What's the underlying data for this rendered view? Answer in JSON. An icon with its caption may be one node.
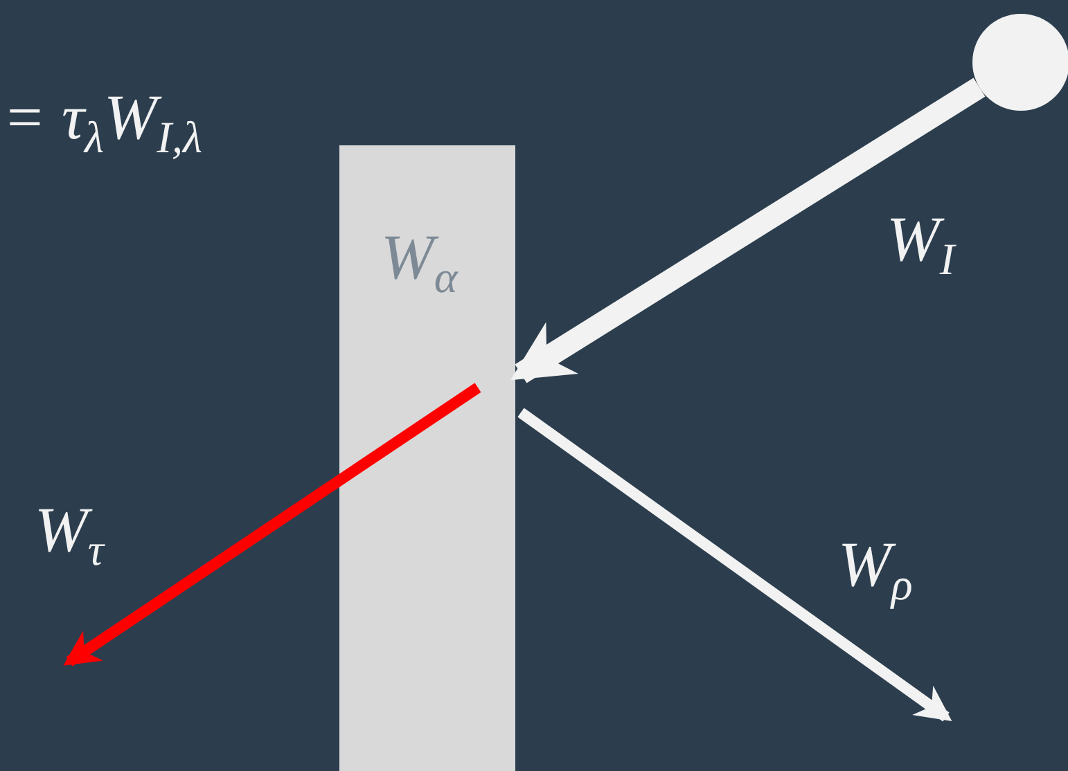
{
  "diagram": {
    "nodes": [
      {
        "text": [],
        "shape": "circle"
      },
      {
        "text": [
          "W$_{α}$"
        ]
      }
    ],
    "edges": [
      {
        "from": 0,
        "to": 1,
        "arrow": "to",
        "label": "W$_{I}$",
        "style": "thick"
      },
      {
        "from": 1,
        "to": null,
        "arrow": "to",
        "label": "W$_{ρ}$"
      },
      {
        "from": 1,
        "to": null,
        "arrow": "to",
        "label": "W$_{τ}$",
        "color": "#ff0000"
      }
    ],
    "labels": [
      "= τ$_{λ}$W$_{I,λ}$"
    ]
  }
}
